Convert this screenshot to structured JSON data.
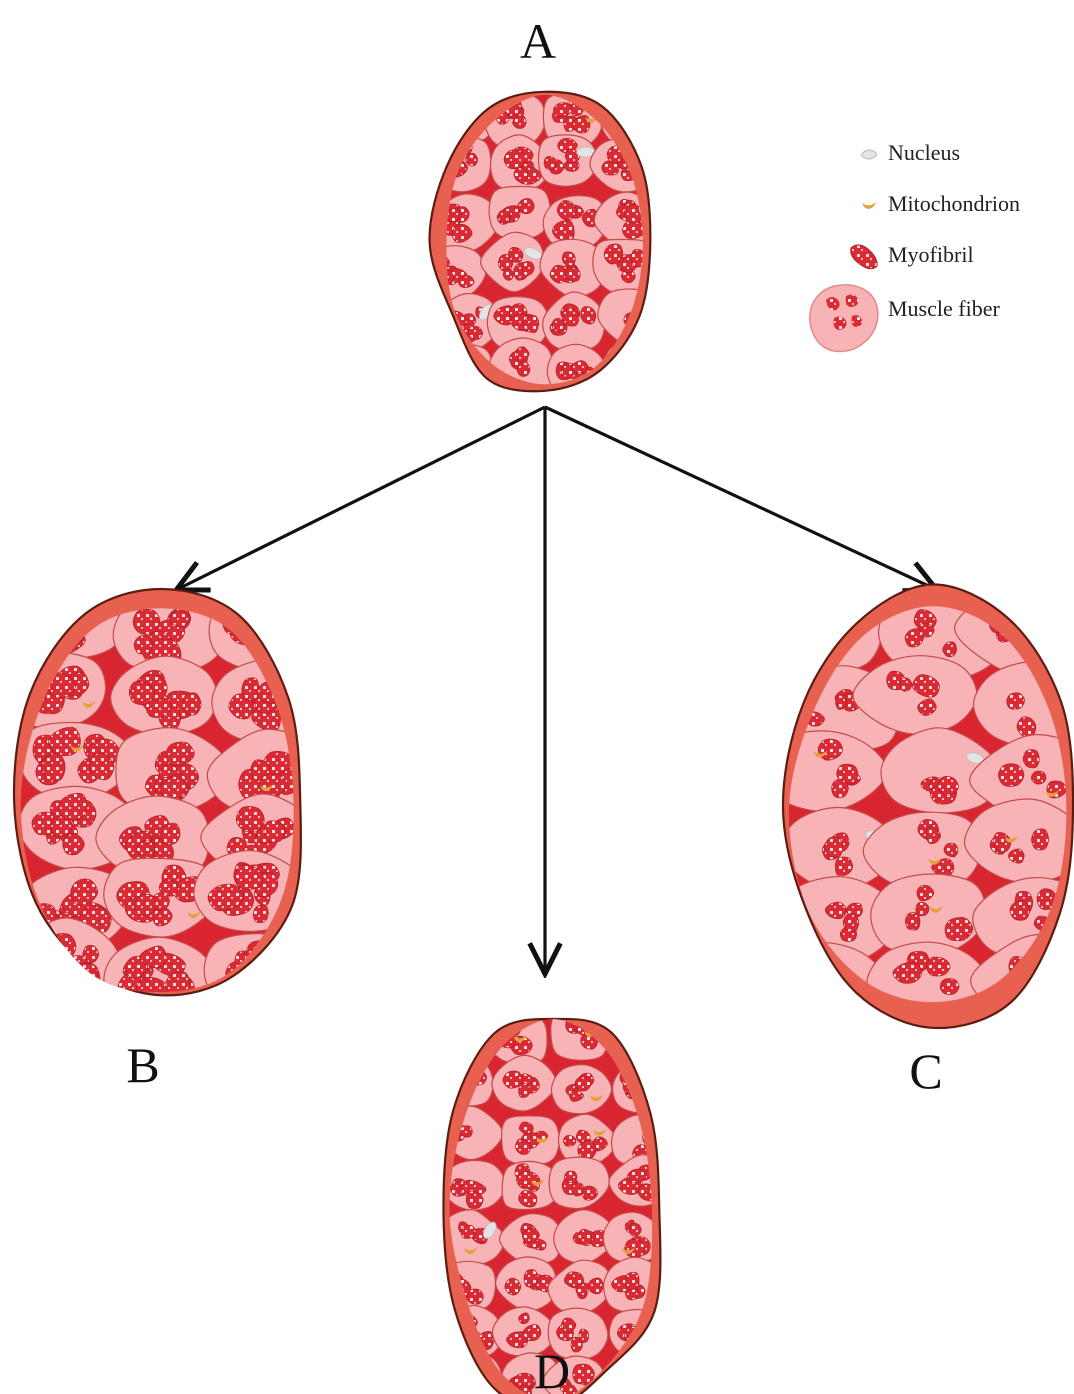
{
  "panels": {
    "A": {
      "label": "A"
    },
    "B": {
      "label": "B"
    },
    "C": {
      "label": "C"
    },
    "D": {
      "label": "D"
    }
  },
  "legend": {
    "items": [
      {
        "label": "Nucleus",
        "icon": "nucleus-icon"
      },
      {
        "label": "Mitochondrion",
        "icon": "mitochondrion-icon"
      },
      {
        "label": "Myofibril",
        "icon": "myofibril-icon"
      },
      {
        "label": "Muscle fiber",
        "icon": "muscle-fiber-icon"
      }
    ]
  },
  "colors": {
    "perimysium": "#e8604f",
    "perimysium_edge": "#5a1d14",
    "fiber": "#f7b3b5",
    "fiber_edge": "#c44a4a",
    "myofibril": "#dc2a35",
    "myofibril_dot": "#ffffff",
    "connective": "#d92530",
    "nucleus": "#e4e4e4",
    "mitochondrion": "#e2a13a",
    "arrow": "#111111"
  }
}
